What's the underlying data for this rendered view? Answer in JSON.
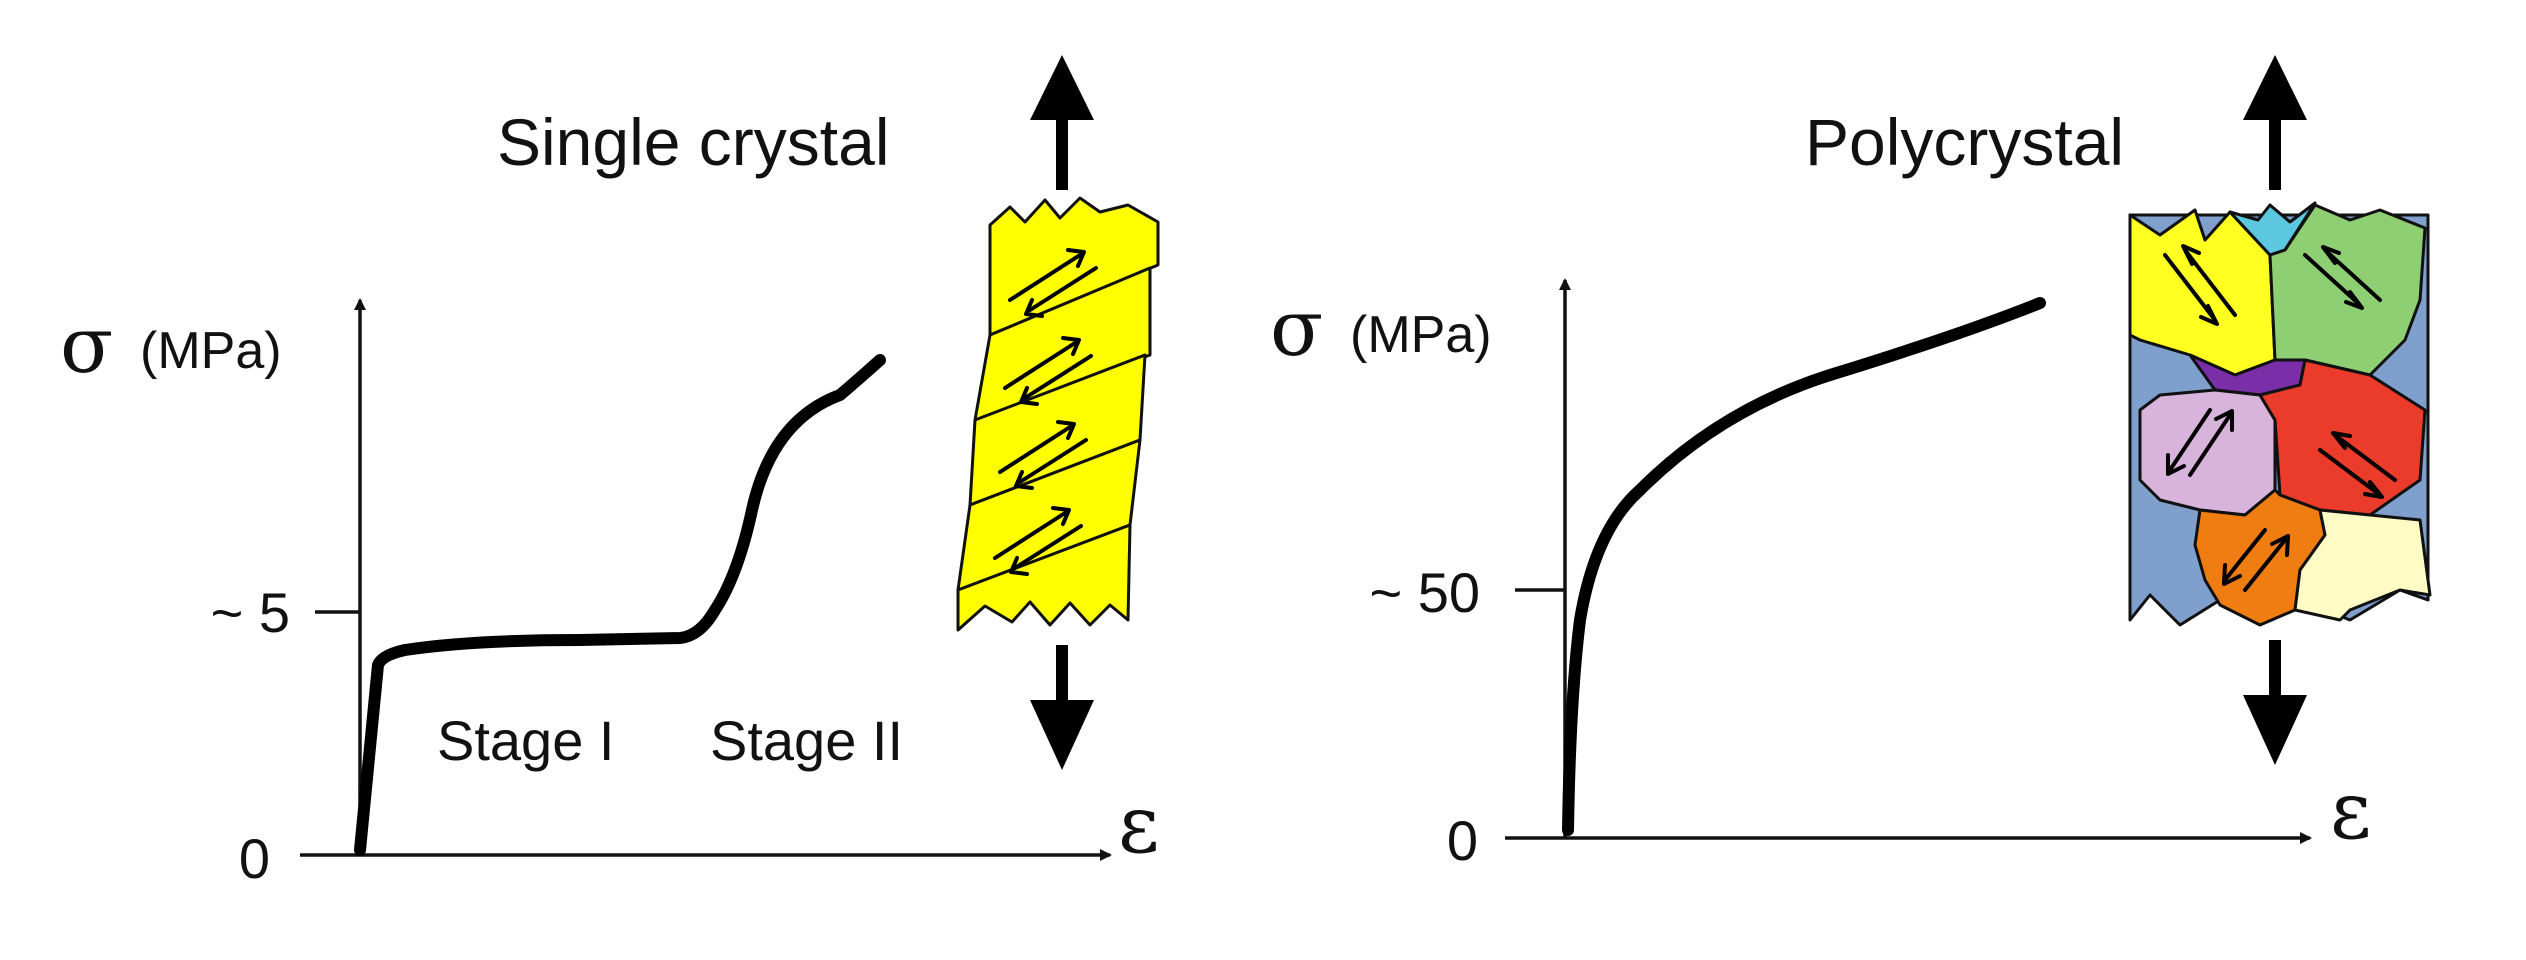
{
  "left_panel": {
    "title": "Single crystal",
    "y_symbol": "σ",
    "y_unit": "(MPa)",
    "x_symbol": "ε",
    "ticks": [
      "0",
      "~ 5"
    ],
    "stage_1": "Stage I",
    "stage_2": "Stage II",
    "crystal_color": "#ffff00"
  },
  "right_panel": {
    "title": "Polycrystal",
    "y_symbol": "σ",
    "y_unit": "(MPa)",
    "x_symbol": "ε",
    "ticks": [
      "0",
      "~ 50"
    ],
    "grain_colors": {
      "yellow": "#ffff22",
      "cyan": "#5bc8e0",
      "green": "#8fcf73",
      "purple": "#7a2fa8",
      "lavender": "#d8b4dc",
      "red": "#ea3b2b",
      "blue": "#7f9fcc",
      "orange": "#f07d12",
      "cream": "#fffbc4"
    }
  }
}
